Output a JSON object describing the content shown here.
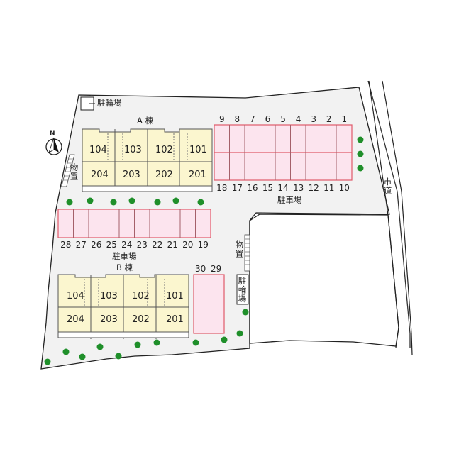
{
  "map": {
    "type": "site-layout",
    "colors": {
      "site_fill": "#f2f2f2",
      "building_fill": "#fbf6cf",
      "parking_fill": "#fce4ee",
      "parking_stroke": "#e05a6a",
      "tree": "#1f8f2a",
      "outline": "#222222"
    },
    "north_label": "N",
    "bicycle_parking_legend": "駐輪場",
    "road_label": "市道",
    "building_a": {
      "label": "A 棟",
      "units_top": [
        "104",
        "103",
        "102",
        "101"
      ],
      "units_bottom": [
        "204",
        "203",
        "202",
        "201"
      ]
    },
    "building_b": {
      "label": "B 棟",
      "units_top": [
        "104",
        "103",
        "102",
        "101"
      ],
      "units_bottom": [
        "204",
        "203",
        "202",
        "201"
      ]
    },
    "parking_north": {
      "label": "駐車場",
      "top_numbers": [
        "9",
        "8",
        "7",
        "6",
        "5",
        "4",
        "3",
        "2",
        "1"
      ],
      "bottom_numbers": [
        "18",
        "17",
        "16",
        "15",
        "14",
        "13",
        "12",
        "11",
        "10"
      ]
    },
    "parking_middle": {
      "label": "駐車場",
      "numbers": [
        "28",
        "27",
        "26",
        "25",
        "24",
        "23",
        "22",
        "21",
        "20",
        "19"
      ]
    },
    "parking_south": {
      "numbers": [
        "30",
        "29"
      ]
    },
    "storage_west": "物置",
    "storage_east": "物置",
    "bicycle_parking_east": "駐輪場"
  }
}
